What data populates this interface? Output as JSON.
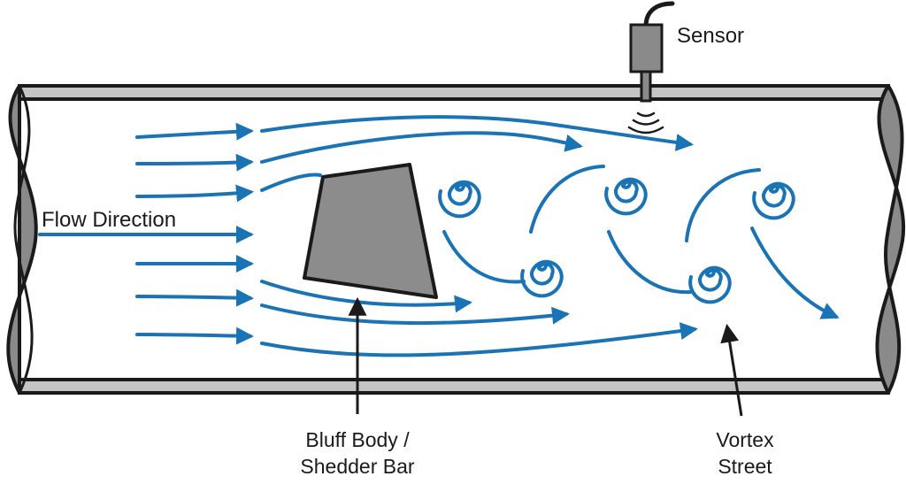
{
  "labels": {
    "sensor": "Sensor",
    "flow_direction": "Flow Direction",
    "bluff_line1": "Bluff Body /",
    "bluff_line2": "Shedder Bar",
    "vortex_line1": "Vortex",
    "vortex_line2": "Street"
  },
  "colors": {
    "flow": "#1a73b5",
    "pipe_wall": "#c4c4c4",
    "pipe_end": "#8a8a8a",
    "bluff_body": "#8c8c8c",
    "outline": "#1a1a1a"
  }
}
